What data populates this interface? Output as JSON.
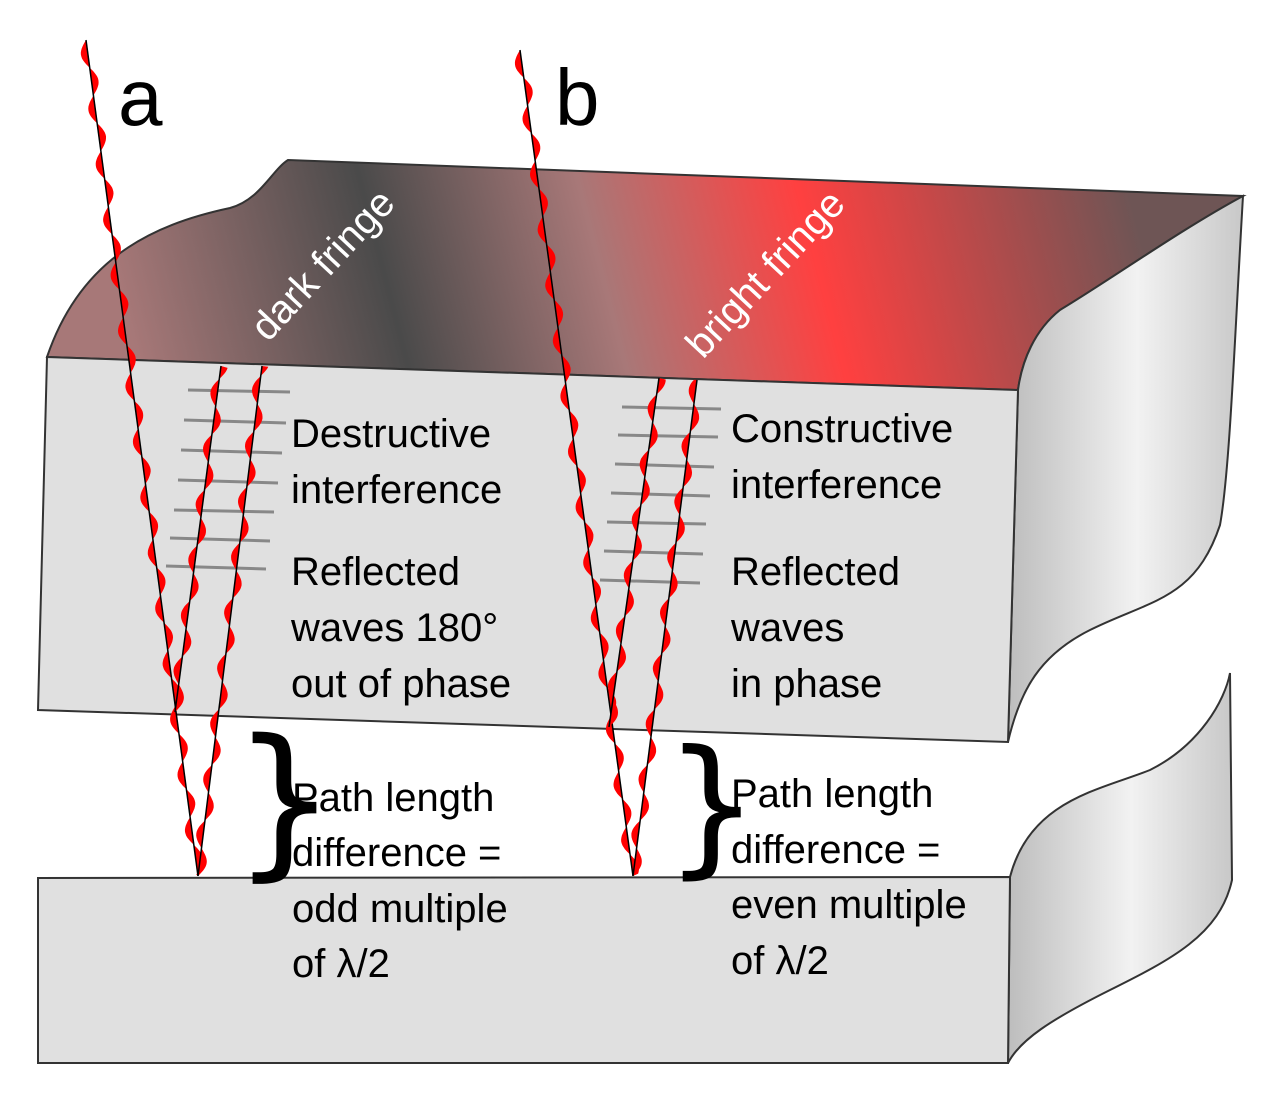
{
  "labels": {
    "a": "a",
    "b": "b",
    "dark_fringe": "dark fringe",
    "bright_fringe": "bright fringe"
  },
  "case_a": {
    "interference": [
      "Destructive",
      "interference"
    ],
    "phase": [
      "Reflected",
      "waves 180°",
      "out of phase"
    ],
    "path": [
      "Path length",
      "difference =",
      "odd multiple",
      "of λ/2"
    ]
  },
  "case_b": {
    "interference": [
      "Constructive",
      "interference"
    ],
    "phase": [
      "Reflected",
      "waves",
      "in phase"
    ],
    "path": [
      "Path length",
      "difference =",
      "even multiple",
      "of λ/2"
    ]
  },
  "colors": {
    "wave": "#ff0000",
    "plate": "#e0e0e0",
    "outline": "#333333",
    "dark_band": "#4a4a4a",
    "bright_band": "#ff4040"
  }
}
